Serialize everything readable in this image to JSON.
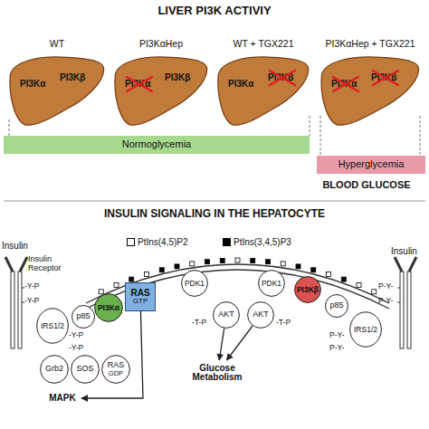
{
  "diagram": {
    "title": "LIVER PI3K ACTIVIY",
    "nodes": [
      {
        "text": [
          "WT",
          "PI3Kα",
          "PI3Kβ"
        ]
      },
      {
        "text": [
          "PI3KαHep",
          "PI3Kα",
          "PI3Kβ"
        ]
      },
      {
        "text": [
          "WT + TGX221",
          "PI3Kα",
          "PI3Kβ"
        ]
      },
      {
        "text": [
          "PI3KαHep + TGX221",
          "PI3Kα",
          "PI3Kβ"
        ]
      },
      {
        "text": [
          "Normoglycemia"
        ]
      },
      {
        "text": [
          "Hyperglycemia"
        ]
      },
      {
        "text": [
          "IRS1/2"
        ]
      },
      {
        "text": [
          "p85"
        ]
      },
      {
        "text": [
          "PI3Kα"
        ]
      },
      {
        "text": [
          "RAS",
          "GTP"
        ]
      },
      {
        "text": [
          "PDK1"
        ]
      },
      {
        "text": [
          "AKT"
        ]
      },
      {
        "text": [
          "AKT"
        ]
      },
      {
        "text": [
          "PDK1"
        ]
      },
      {
        "text": [
          "PI3Kβ"
        ]
      },
      {
        "text": [
          "p85"
        ]
      },
      {
        "text": [
          "IRS1/2"
        ]
      },
      {
        "text": [
          "Grb2"
        ]
      },
      {
        "text": [
          "SOS"
        ]
      },
      {
        "text": [
          "RAS",
          "GDP"
        ]
      },
      {
        "text": [
          "MAPK"
        ]
      },
      {
        "text": [
          "Glucose Metabolism"
        ]
      }
    ],
    "edges": [
      {
        "from": 9,
        "to": 20,
        "arrow": "to"
      },
      {
        "from": 11,
        "to": 21,
        "arrow": "to"
      },
      {
        "from": 12,
        "to": 21,
        "arrow": "to"
      }
    ],
    "labels": [
      "INSULIN SIGNALING IN THE HEPATOCYTE",
      "BLOOD GLUCOSE",
      "Insulin",
      "Insulin Receptor",
      "-Y-P",
      "-Y-P",
      "-Y-P",
      "-Y-P",
      "-T-P",
      "-T-P",
      "P-Y-",
      "P-Y-",
      "P-Y-",
      "P-Y-",
      "Insulin"
    ],
    "legend": [
      {
        "text": "PtIns(4,5)P2",
        "color": "#ffffff"
      },
      {
        "text": "PtIns(3,4,5)P3",
        "color": "#000000"
      }
    ]
  }
}
